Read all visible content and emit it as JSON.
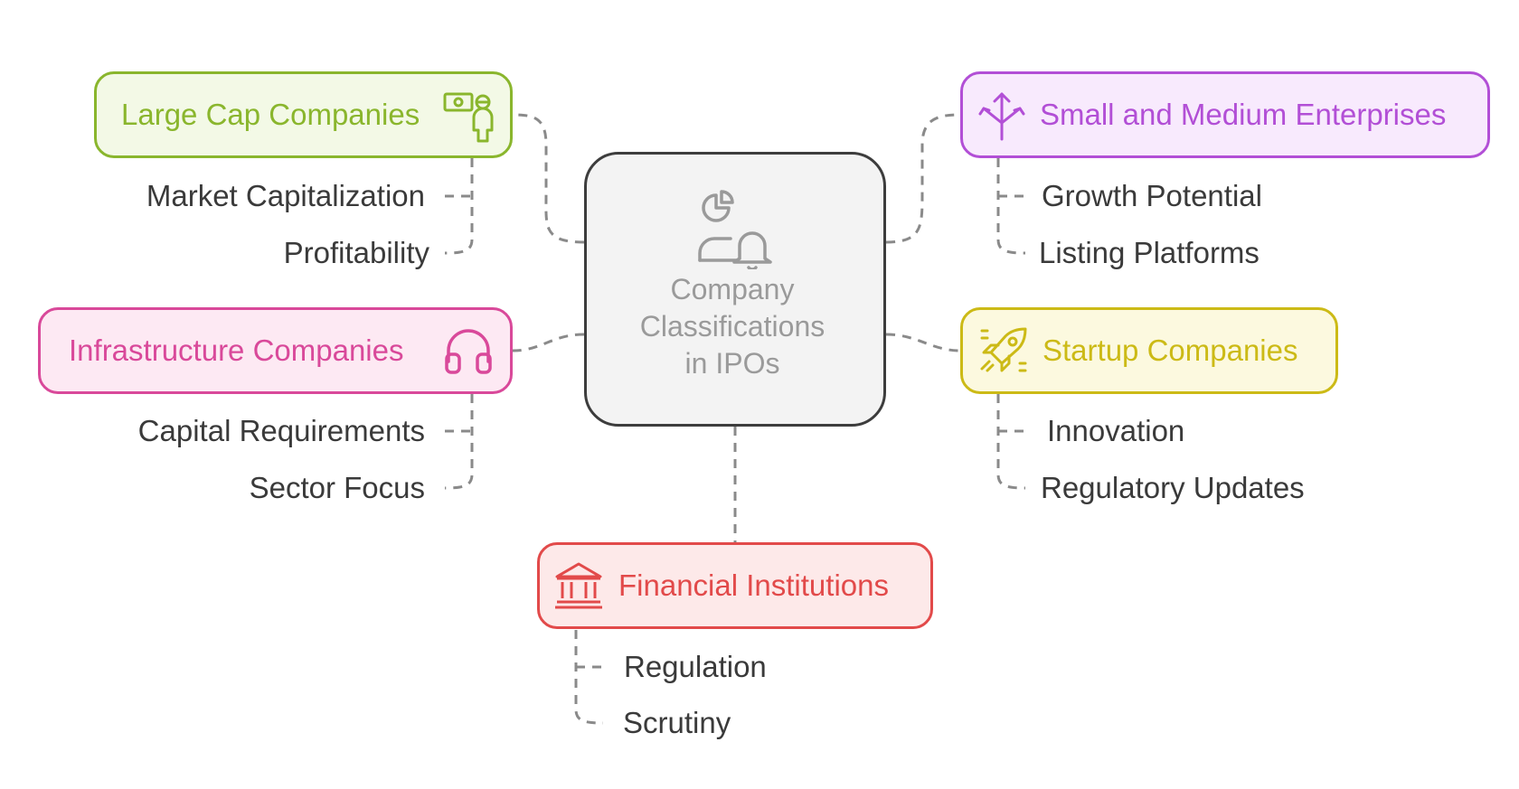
{
  "center": {
    "title_lines": [
      "Company",
      "Classifications",
      "in IPOs"
    ]
  },
  "colors": {
    "large_cap": "#8ab62d",
    "sme": "#b24fd6",
    "infrastructure": "#d9499a",
    "startup": "#ccba16",
    "financial": "#e24a4a",
    "connector": "#8a8a8a",
    "center_border": "#3d3d3d"
  },
  "icons": {
    "center": "user-chart-bell-icon",
    "large_cap": "money-person-icon",
    "sme": "branching-arrows-icon",
    "infrastructure": "headphones-icon",
    "startup": "rocket-icon",
    "financial": "bank-building-icon"
  },
  "branches": {
    "large_cap": {
      "title": "Large Cap Companies",
      "items": [
        "Market Capitalization",
        "Profitability"
      ]
    },
    "sme": {
      "title": "Small and Medium Enterprises",
      "items": [
        "Growth Potential",
        "Listing Platforms"
      ]
    },
    "infrastructure": {
      "title": "Infrastructure Companies",
      "items": [
        "Capital Requirements",
        "Sector Focus"
      ]
    },
    "startup": {
      "title": "Startup Companies",
      "items": [
        "Innovation",
        "Regulatory Updates"
      ]
    },
    "financial": {
      "title": "Financial Institutions",
      "items": [
        "Regulation",
        "Scrutiny"
      ]
    }
  }
}
